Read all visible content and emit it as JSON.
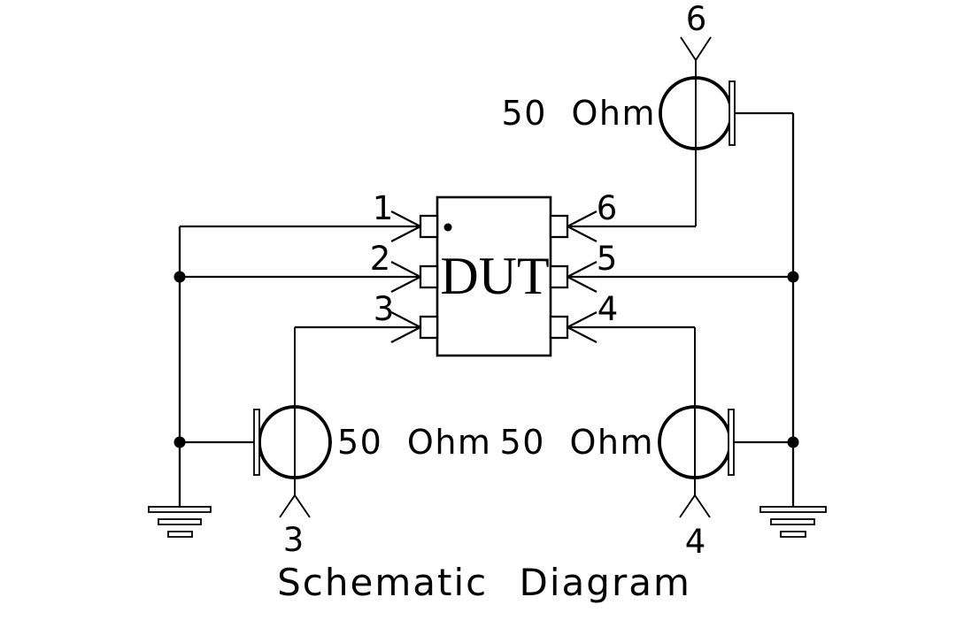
{
  "colors": {
    "ink": "#000000",
    "background": "#ffffff"
  },
  "title": "Schematic Diagram",
  "dut": {
    "label": "DUT"
  },
  "pin_labels": {
    "left": [
      "1",
      "2",
      "3"
    ],
    "right": [
      "6",
      "5",
      "4"
    ]
  },
  "ports": {
    "top_right": {
      "terminal_label": "6",
      "impedance_label": "50 Ohm"
    },
    "bottom_left": {
      "terminal_label": "3",
      "impedance_label": "50 Ohm"
    },
    "bottom_right": {
      "terminal_label": "4",
      "impedance_label": "50 Ohm"
    }
  }
}
